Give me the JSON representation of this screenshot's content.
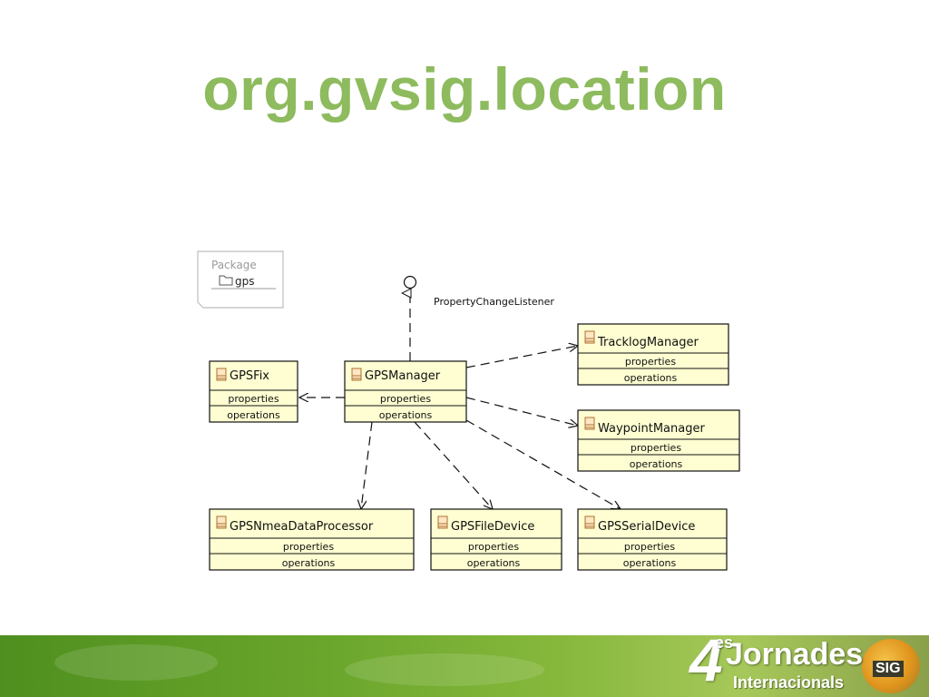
{
  "slide": {
    "title": "org.gvsig.location"
  },
  "package": {
    "label": "Package",
    "name": "gps"
  },
  "interface": {
    "name": "PropertyChangeListener"
  },
  "sections": {
    "properties": "properties",
    "operations": "operations"
  },
  "classes": {
    "gpsfix": "GPSFix",
    "gpsmanager": "GPSManager",
    "tracklog": "TracklogManager",
    "waypoint": "WaypointManager",
    "nmea": "GPSNmeaDataProcessor",
    "filedevice": "GPSFileDevice",
    "serialdevice": "GPSSerialDevice"
  },
  "footer": {
    "logo_number": "4",
    "logo_superscript": "es",
    "logo_word": "Jornades",
    "logo_subword": "Internacionals",
    "logo_badge": "SIG"
  },
  "colors": {
    "title": "#8dbb5e",
    "class_fill": "#fefed2",
    "footer_green": "#6aa62c"
  }
}
